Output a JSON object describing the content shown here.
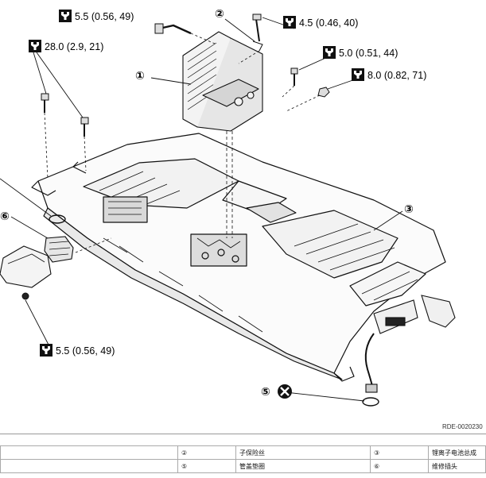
{
  "torque_specs": [
    {
      "id": "t1",
      "text": "5.5 (0.56, 49)"
    },
    {
      "id": "t2",
      "text": "4.5 (0.46, 40)"
    },
    {
      "id": "t3",
      "text": "28.0 (2.9, 21)"
    },
    {
      "id": "t4",
      "text": "5.0 (0.51, 44)"
    },
    {
      "id": "t5",
      "text": "8.0 (0.82, 71)"
    },
    {
      "id": "t6",
      "text": "5.5 (0.56, 49)"
    }
  ],
  "callouts": [
    "①",
    "②",
    "③",
    "⑤",
    "⑥"
  ],
  "reference_code": "RDE-0020230",
  "legend": {
    "rows": [
      {
        "num_a": "②",
        "name_a": "子保险丝",
        "num_b": "③",
        "name_b": "锂离子电池总成"
      },
      {
        "num_a": "⑤",
        "name_a": "管盖垫圈",
        "num_b": "⑥",
        "name_b": "维修插头"
      }
    ]
  }
}
